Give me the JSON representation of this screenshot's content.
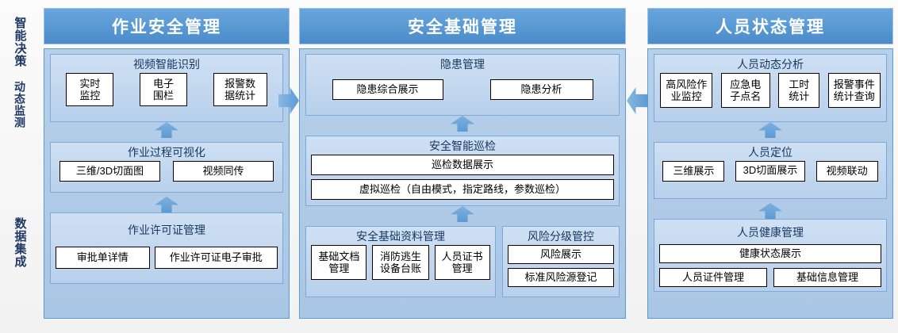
{
  "rail": {
    "label_primary": "智能决策",
    "label_secondary": "动态监测",
    "label_tertiary": "数据集成"
  },
  "columns": [
    {
      "id": "operation-safety",
      "title": "作业安全管理",
      "groups": [
        {
          "id": "video-ai-recognition",
          "title": "视频智能识别",
          "layout": "row",
          "items": [
            {
              "label": "实时\n监控"
            },
            {
              "label": "电子\n围栏"
            },
            {
              "label": "报警数\n据统计"
            }
          ]
        },
        {
          "id": "operation-process-visualization",
          "title": "作业过程可视化",
          "layout": "row",
          "items": [
            {
              "label": "三维/3D切面图"
            },
            {
              "label": "视频同传"
            }
          ]
        },
        {
          "id": "work-permit-management",
          "title": "作业许可证管理",
          "layout": "row",
          "items": [
            {
              "label": "审批单详情"
            },
            {
              "label": "作业许可证电子审批"
            }
          ]
        }
      ]
    },
    {
      "id": "safety-foundation",
      "title": "安全基础管理",
      "groups": [
        {
          "id": "hazard-management",
          "title": "隐患管理",
          "layout": "row",
          "items": [
            {
              "label": "隐患综合展示"
            },
            {
              "label": "隐患分析"
            }
          ]
        },
        {
          "id": "safety-smart-inspection",
          "title": "安全智能巡检",
          "layout": "col",
          "items": [
            {
              "label": "巡检数据展示"
            },
            {
              "label": "虚拟巡检（自由模式，指定路线，参数巡检）"
            }
          ]
        },
        {
          "id": "safety-basic-data-management",
          "title": "安全基础资料管理",
          "layout": "row",
          "items": [
            {
              "label": "基础文档\n管理"
            },
            {
              "label": "消防逃生\n设备台账"
            },
            {
              "label": "人员证书\n管理"
            }
          ]
        },
        {
          "id": "risk-grading-control",
          "title": "风险分级管控",
          "layout": "col",
          "items": [
            {
              "label": "风险展示"
            },
            {
              "label": "标准风险源登记"
            }
          ]
        }
      ]
    },
    {
      "id": "personnel-status",
      "title": "人员状态管理",
      "groups": [
        {
          "id": "personnel-dynamic-analysis",
          "title": "人员动态分析",
          "layout": "row",
          "items": [
            {
              "label": "高风险作\n业监控"
            },
            {
              "label": "应急电\n子点名"
            },
            {
              "label": "工时\n统计"
            },
            {
              "label": "报警事件\n统计查询"
            }
          ]
        },
        {
          "id": "personnel-positioning",
          "title": "人员定位",
          "layout": "row",
          "items": [
            {
              "label": "三维展示"
            },
            {
              "label": "3D切面展示"
            },
            {
              "label": "视频联动"
            }
          ]
        },
        {
          "id": "personnel-health-management",
          "title": "人员健康管理",
          "layout": "col",
          "items": [
            {
              "label": "健康状态展示"
            },
            {
              "label": "人员证件管理"
            },
            {
              "label": "基础信息管理"
            }
          ]
        }
      ]
    }
  ],
  "arrows": {
    "col1_to_col2": "arrow-right-icon",
    "col3_to_col2": "arrow-left-icon",
    "internal": "arrow-up-icon"
  },
  "colors": {
    "header_blue": "#5b9bd5",
    "panel_blue": "#aac6e5",
    "group_blue": "#c4daf0",
    "text_navy": "#1f3864",
    "box_white": "#ffffff"
  }
}
